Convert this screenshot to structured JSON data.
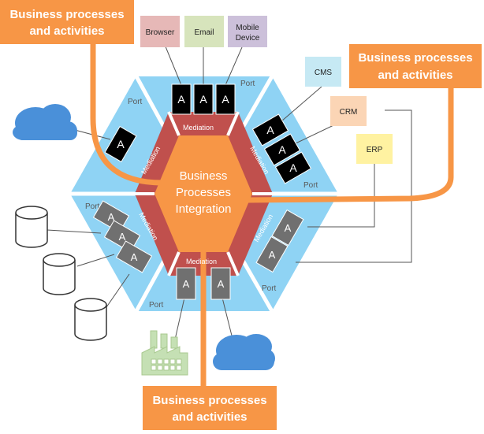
{
  "callouts": {
    "top_left": [
      "Business processes",
      "and activities"
    ],
    "top_right": [
      "Business processes",
      "and activities"
    ],
    "bottom": [
      "Business processes",
      "and activities"
    ]
  },
  "core": [
    "Business",
    "Processes",
    "Integration"
  ],
  "port_label": "Port",
  "mediation_label": "Mediation",
  "adapter_label": "A",
  "systems": {
    "browser": [
      "Browser"
    ],
    "email": [
      "Email"
    ],
    "mobile": [
      "Mobile",
      "Device"
    ],
    "cms": [
      "CMS"
    ],
    "crm": [
      "CRM"
    ],
    "erp": [
      "ERP"
    ]
  },
  "colors": {
    "port": "#8fd3f4",
    "mediation": "#c0504d",
    "core": "#f79646",
    "adapter_dark": "#000000",
    "adapter_grey": "#707070",
    "cloud": "#4a90d9",
    "factory": "#c5e0b4"
  },
  "icons": [
    "cloud-icon",
    "database-icon",
    "factory-icon"
  ]
}
